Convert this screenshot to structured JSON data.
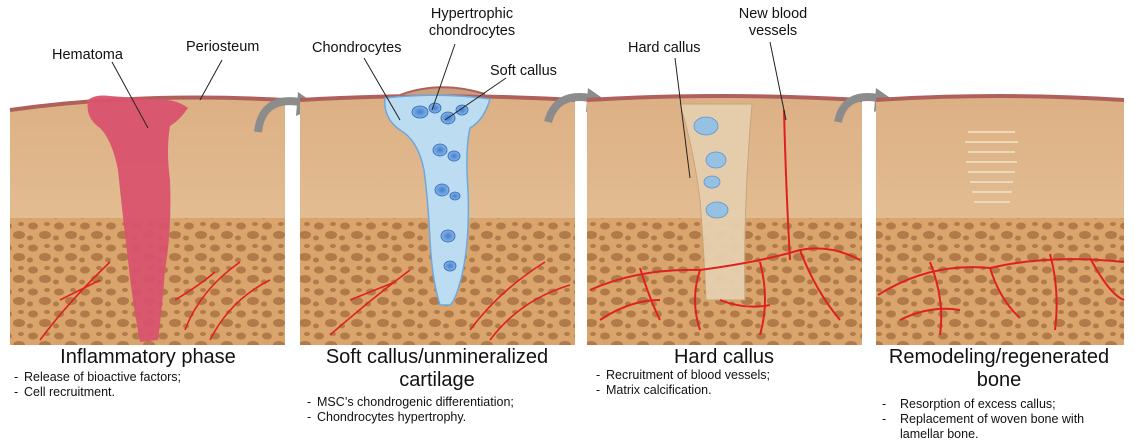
{
  "labels": {
    "hematoma": "Hematoma",
    "periosteum": "Periosteum",
    "chondrocytes": "Chondrocytes",
    "hypertrophic_line1": "Hypertrophic",
    "hypertrophic_line2": "chondrocytes",
    "soft_callus": "Soft callus",
    "hard_callus": "Hard callus",
    "new_blood_line1": "New blood",
    "new_blood_line2": "vessels"
  },
  "stages": [
    {
      "title_line1": "Inflammatory phase",
      "title_line2": "",
      "bullets": [
        "Release of bioactive factors;",
        "Cell recruitment."
      ]
    },
    {
      "title_line1": "Soft callus/unmineralized",
      "title_line2": "cartilage",
      "bullets": [
        "MSC’s chondrogenic differentiation;",
        "Chondrocytes hypertrophy."
      ]
    },
    {
      "title_line1": "Hard callus",
      "title_line2": "",
      "bullets": [
        "Recruitment of blood vessels;",
        "Matrix calcification."
      ]
    },
    {
      "title_line1": "Remodeling/regenerated",
      "title_line2": "bone",
      "bullets": [
        "Resorption of excess callus;",
        "Replacement of woven bone with",
        "lamellar bone."
      ]
    }
  ],
  "colors": {
    "cortical": "#e8c59a",
    "cancellous": "#d9a56c",
    "pore": "#b27a4a",
    "periosteum": "#b0605a",
    "hematoma": "#d9536e",
    "cartilage": "#bcdcf2",
    "vessel": "#e02020",
    "arrow": "#8c8c8c"
  }
}
